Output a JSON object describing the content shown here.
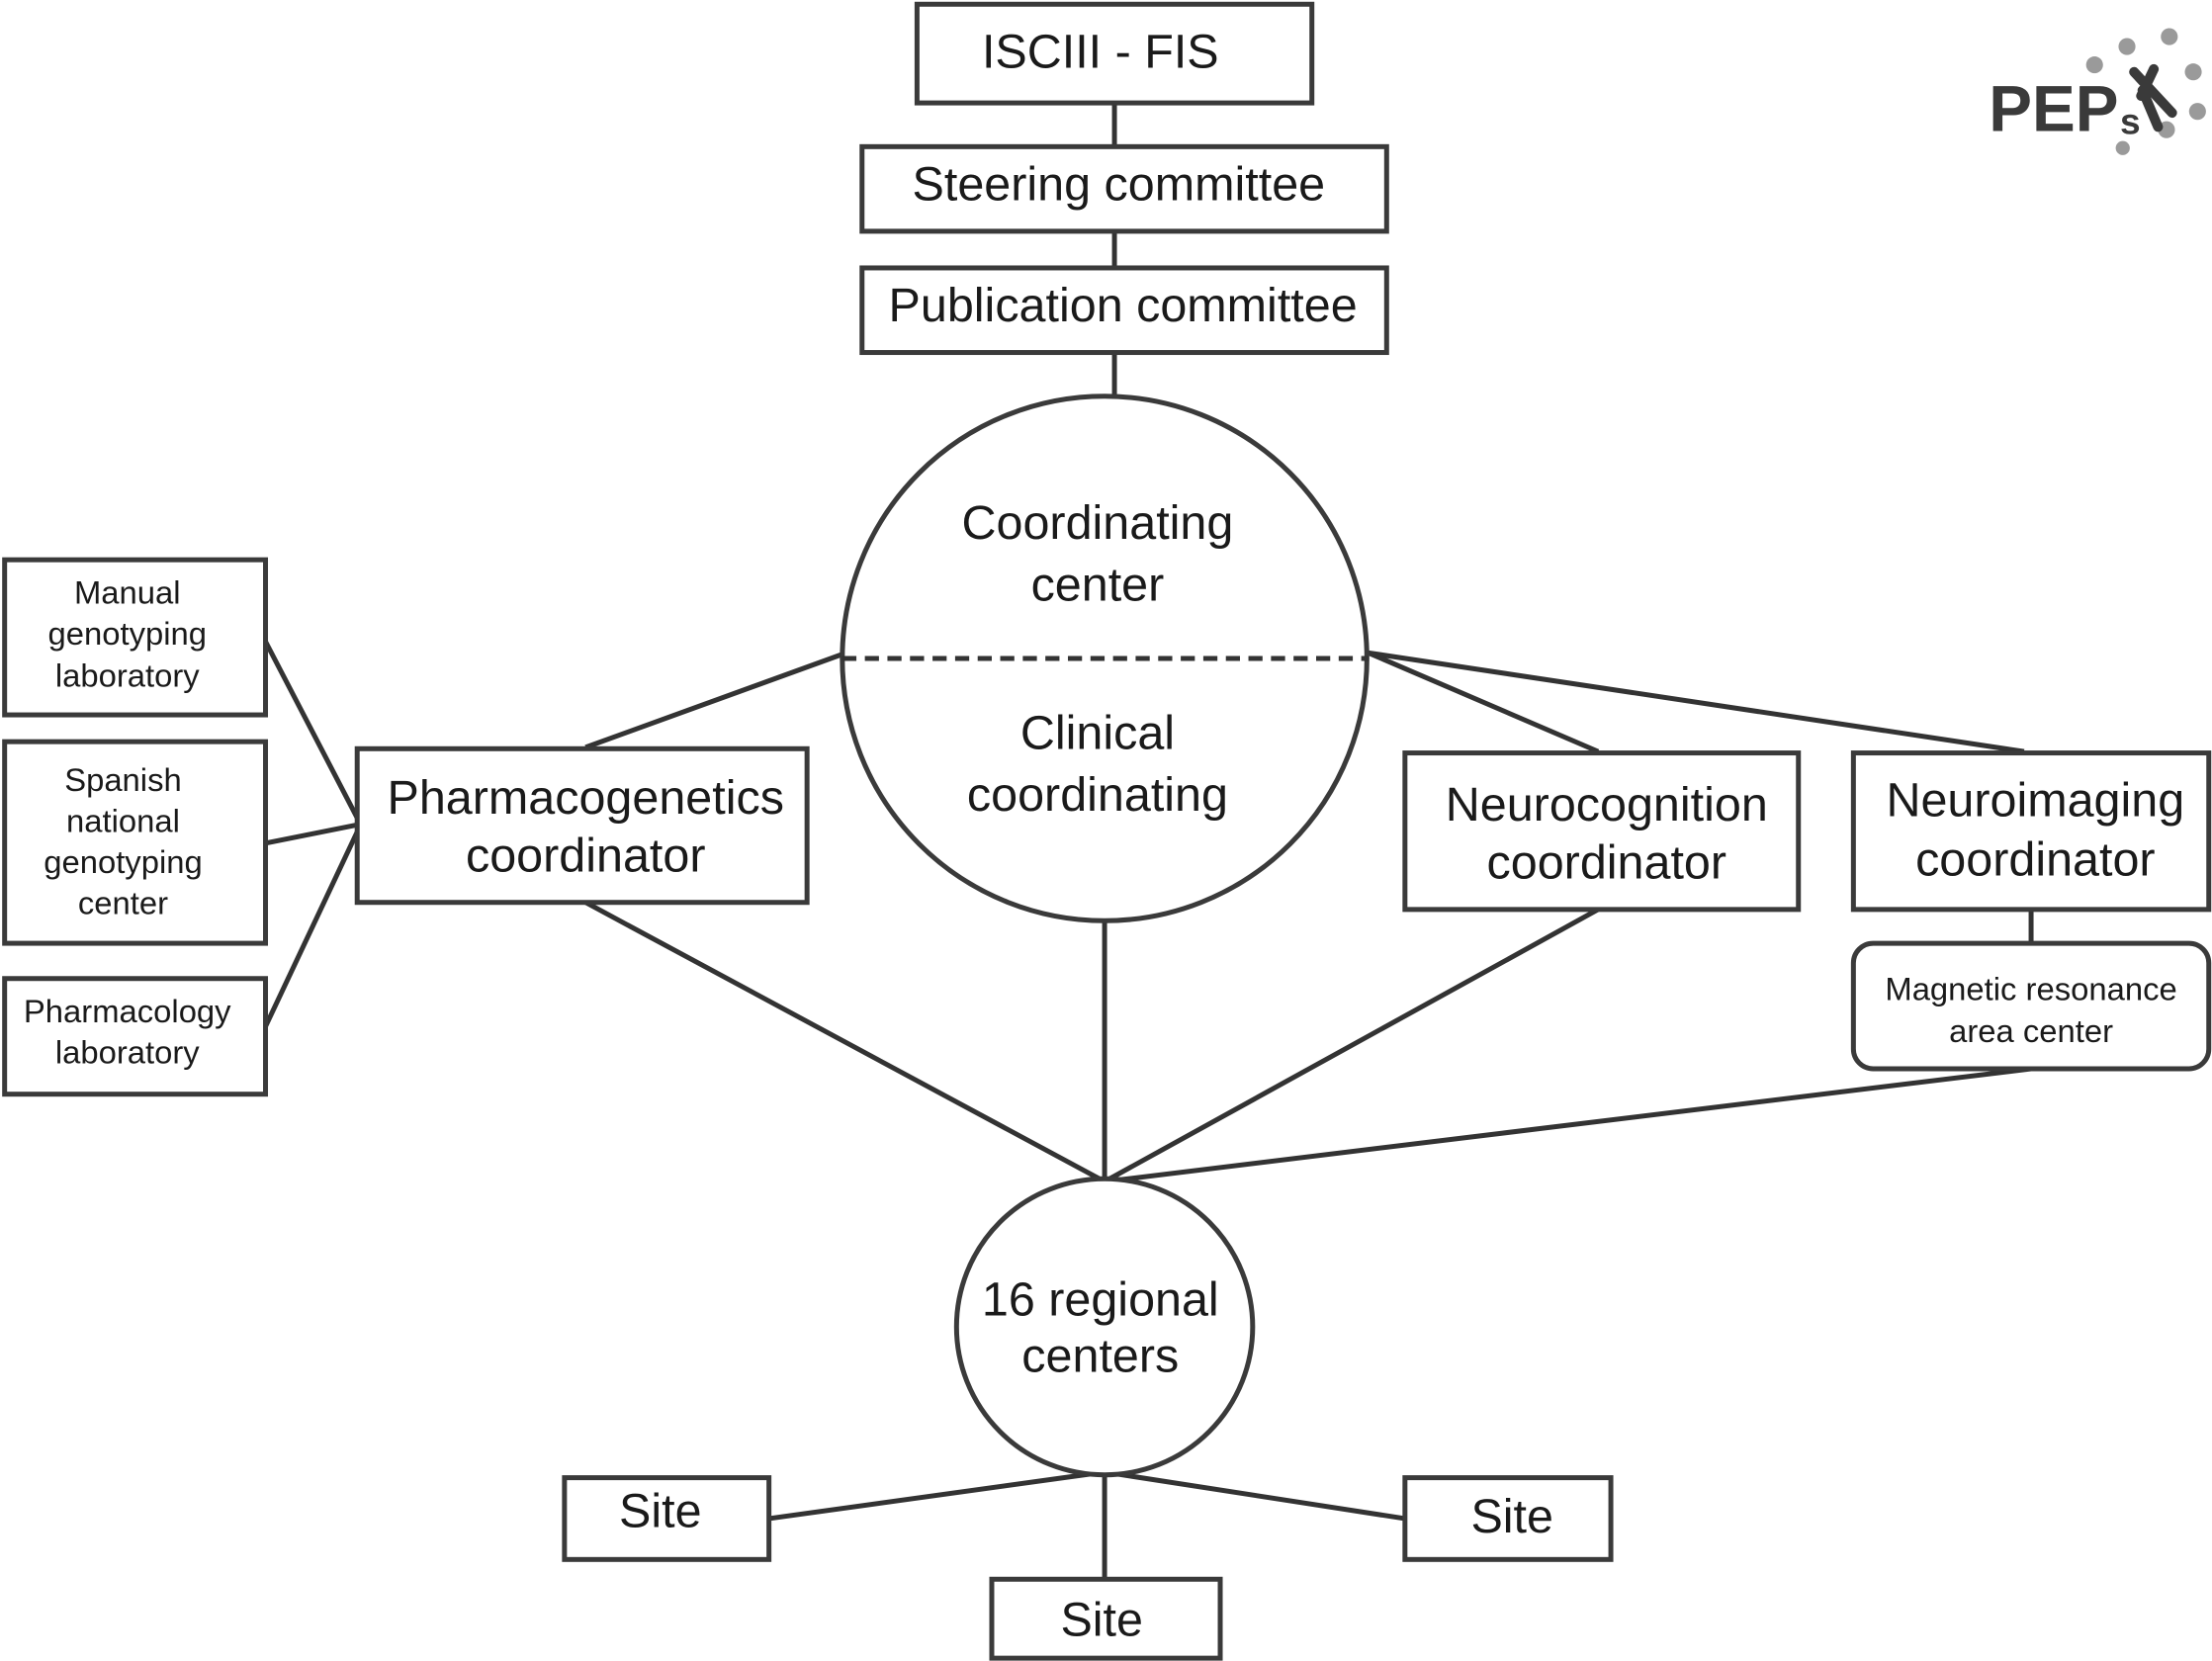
{
  "nodes": {
    "funder": "ISCIII - FIS",
    "steering": "Steering committee",
    "publication": "Publication committee",
    "coordinating_center": [
      "Coordinating",
      "center"
    ],
    "clinical_coordinating": [
      "Clinical",
      "coordinating"
    ],
    "pharmacogenetics": [
      "Pharmacogenetics",
      "coordinator"
    ],
    "neurocognition": [
      "Neurocognition",
      "coordinator"
    ],
    "neuroimaging": [
      "Neuroimaging",
      "coordinator"
    ],
    "magnetic_resonance": [
      "Magnetic resonance",
      "area center"
    ],
    "manual_genotyping": [
      "Manual",
      "genotyping",
      "laboratory"
    ],
    "spanish_genotyping": [
      "Spanish",
      "national",
      "genotyping",
      "center"
    ],
    "pharmacology_lab": [
      "Pharmacology",
      "laboratory"
    ],
    "regional_centers": [
      "16 regional",
      "centers"
    ],
    "sites": [
      "Site",
      "Site",
      "Site"
    ]
  },
  "logo": {
    "text": "PEPs"
  },
  "colors": {
    "stroke": "#333333",
    "logo_dots": "#9a9a9a",
    "logo_text": "#3a3a3a"
  }
}
